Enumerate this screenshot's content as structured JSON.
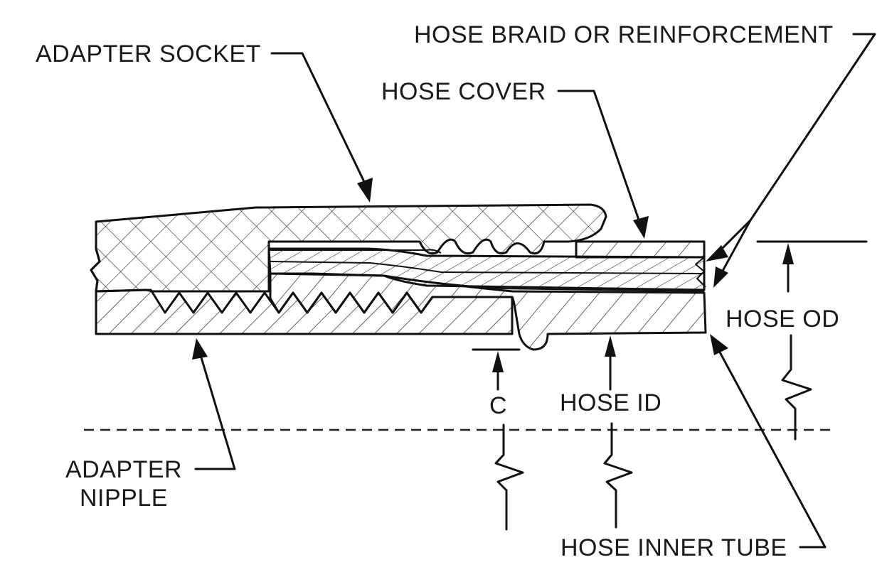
{
  "labels": {
    "adapter_socket": "ADAPTER SOCKET",
    "hose_braid": "HOSE BRAID OR REINFORCEMENT",
    "hose_cover": "HOSE COVER",
    "hose_od": "HOSE OD",
    "hose_id": "HOSE ID",
    "c": "C",
    "adapter_nipple_line1": "ADAPTER",
    "adapter_nipple_line2": "NIPPLE",
    "hose_inner_tube": "HOSE INNER TUBE"
  },
  "colors": {
    "line": "#111111",
    "background": "#ffffff"
  }
}
